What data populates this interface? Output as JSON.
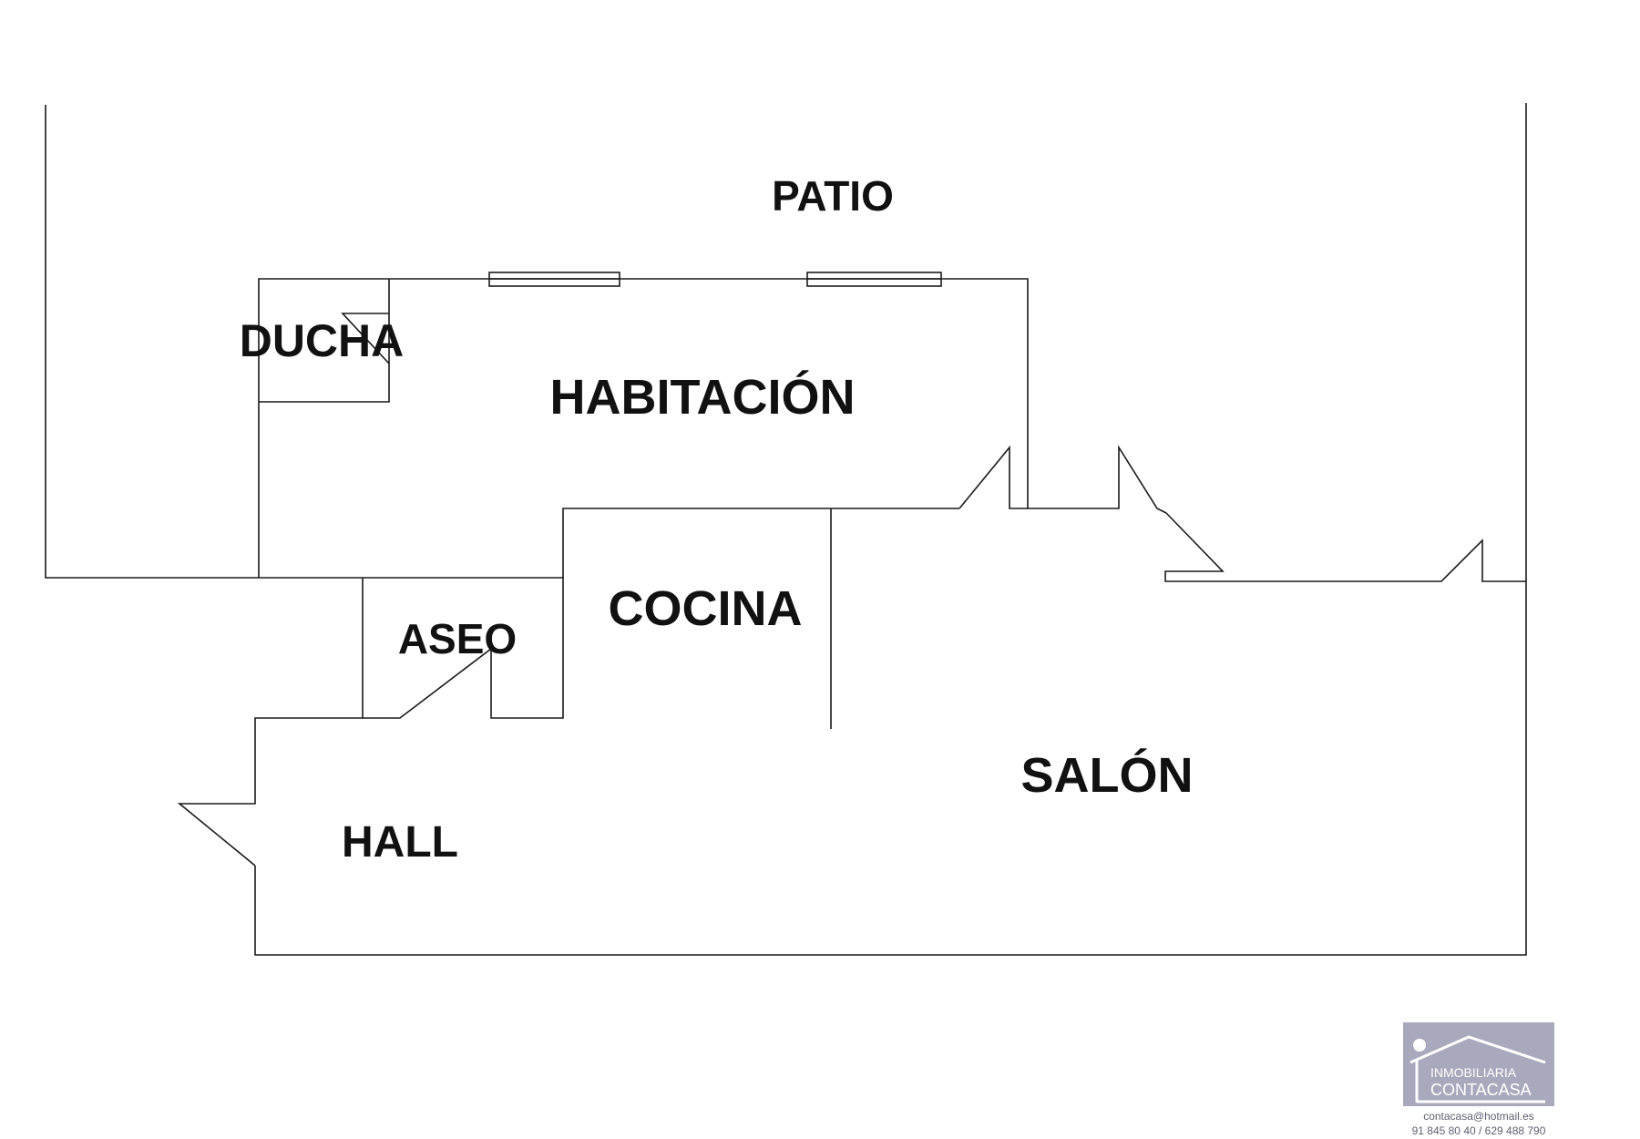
{
  "rooms": {
    "patio": "PATIO",
    "ducha": "DUCHA",
    "habitacion": "HABITACIÓN",
    "aseo": "ASEO",
    "cocina": "COCINA",
    "salon": "SALÓN",
    "hall": "HALL"
  },
  "logo": {
    "line1": "INMOBILIARIA",
    "line2": "CONTACASA",
    "email": "contacasa@hotmail.es",
    "phones": "91 845 80 40 / 629 488 790",
    "bg_color": "#a9a9bd"
  }
}
